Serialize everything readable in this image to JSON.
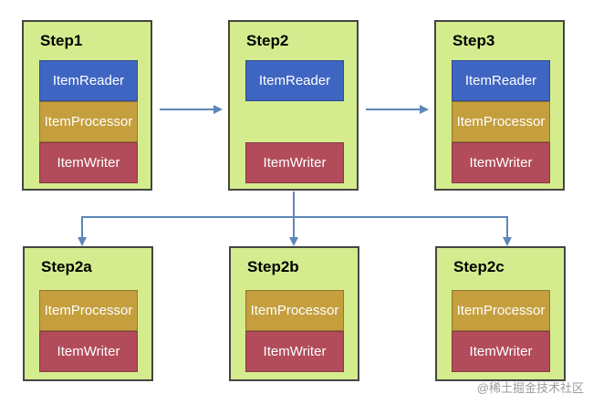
{
  "steps": {
    "step1": {
      "title": "Step1",
      "reader": "ItemReader",
      "processor": "ItemProcessor",
      "writer": "ItemWriter"
    },
    "step2": {
      "title": "Step2",
      "reader": "ItemReader",
      "writer": "ItemWriter"
    },
    "step3": {
      "title": "Step3",
      "reader": "ItemReader",
      "processor": "ItemProcessor",
      "writer": "ItemWriter"
    },
    "step2a": {
      "title": "Step2a",
      "processor": "ItemProcessor",
      "writer": "ItemWriter"
    },
    "step2b": {
      "title": "Step2b",
      "processor": "ItemProcessor",
      "writer": "ItemWriter"
    },
    "step2c": {
      "title": "Step2c",
      "processor": "ItemProcessor",
      "writer": "ItemWriter"
    }
  },
  "colors": {
    "box": "#d4ec8e",
    "reader": "#3f65c2",
    "processor": "#c59f3e",
    "writer": "#b24c5a",
    "arrow": "#5d87b8"
  },
  "watermark": "@稀土掘金技术社区"
}
